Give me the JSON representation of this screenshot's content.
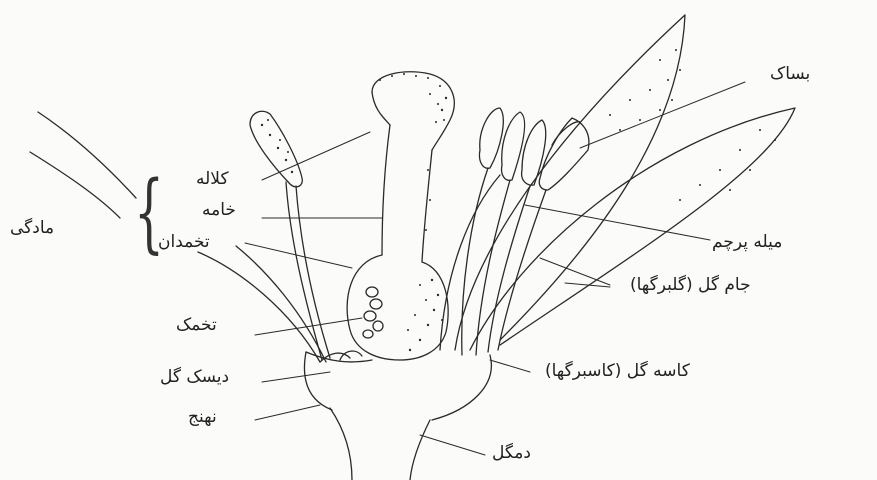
{
  "labels": {
    "anther": "بساک",
    "stigma": "کلاله",
    "style": "خامه",
    "pistil": "مادگی",
    "ovary": "تخمدان",
    "filament": "میله پرچم",
    "corolla": "جام گل (گلبرگها)",
    "ovule": "تخمک",
    "disk": "دیسک گل",
    "calyx": "کاسه گل (کاسبرگها)",
    "receptacle": "نهنج",
    "pedicel": "دمگل"
  },
  "colors": {
    "ink": "#2a2a2a",
    "paper": "#fbfbf9"
  }
}
